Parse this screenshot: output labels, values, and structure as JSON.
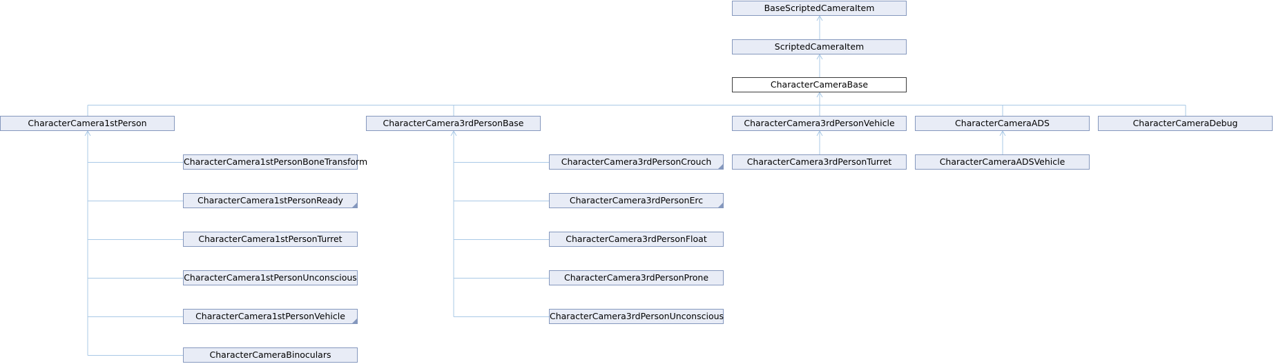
{
  "diagram": {
    "colors": {
      "node_fill": "#e8ecf6",
      "node_border": "#8497bd",
      "current_border": "#3a3a3a",
      "edge": "#a8c8e6"
    },
    "nodes": [
      {
        "id": "base-scripted",
        "label": "BaseScriptedCameraItem",
        "current": false,
        "more": false
      },
      {
        "id": "scripted",
        "label": "ScriptedCameraItem",
        "current": false,
        "more": false
      },
      {
        "id": "cc-base",
        "label": "CharacterCameraBase",
        "current": true,
        "more": false
      },
      {
        "id": "cc-1st",
        "label": "CharacterCamera1stPerson",
        "current": false,
        "more": false
      },
      {
        "id": "cc-3rd-base",
        "label": "CharacterCamera3rdPersonBase",
        "current": false,
        "more": false
      },
      {
        "id": "cc-3rd-vehicle",
        "label": "CharacterCamera3rdPersonVehicle",
        "current": false,
        "more": false
      },
      {
        "id": "cc-ads",
        "label": "CharacterCameraADS",
        "current": false,
        "more": false
      },
      {
        "id": "cc-debug",
        "label": "CharacterCameraDebug",
        "current": false,
        "more": false
      },
      {
        "id": "cc-1st-bone",
        "label": "CharacterCamera1stPersonBoneTransform",
        "current": false,
        "more": false
      },
      {
        "id": "cc-1st-ready",
        "label": "CharacterCamera1stPersonReady",
        "current": false,
        "more": true
      },
      {
        "id": "cc-1st-turret",
        "label": "CharacterCamera1stPersonTurret",
        "current": false,
        "more": false
      },
      {
        "id": "cc-1st-uncon",
        "label": "CharacterCamera1stPersonUnconscious",
        "current": false,
        "more": false
      },
      {
        "id": "cc-1st-vehicle",
        "label": "CharacterCamera1stPersonVehicle",
        "current": false,
        "more": true
      },
      {
        "id": "cc-binoculars",
        "label": "CharacterCameraBinoculars",
        "current": false,
        "more": false
      },
      {
        "id": "cc-3rd-crouch",
        "label": "CharacterCamera3rdPersonCrouch",
        "current": false,
        "more": true
      },
      {
        "id": "cc-3rd-erc",
        "label": "CharacterCamera3rdPersonErc",
        "current": false,
        "more": true
      },
      {
        "id": "cc-3rd-float",
        "label": "CharacterCamera3rdPersonFloat",
        "current": false,
        "more": false
      },
      {
        "id": "cc-3rd-prone",
        "label": "CharacterCamera3rdPersonProne",
        "current": false,
        "more": false
      },
      {
        "id": "cc-3rd-uncon",
        "label": "CharacterCamera3rdPersonUnconscious",
        "current": false,
        "more": false
      },
      {
        "id": "cc-3rd-turret",
        "label": "CharacterCamera3rdPersonTurret",
        "current": false,
        "more": false
      },
      {
        "id": "cc-ads-vehicle",
        "label": "CharacterCameraADSVehicle",
        "current": false,
        "more": false
      }
    ],
    "edges": [
      {
        "from": "scripted",
        "to": "base-scripted"
      },
      {
        "from": "cc-base",
        "to": "scripted"
      },
      {
        "from": "cc-1st",
        "to": "cc-base"
      },
      {
        "from": "cc-3rd-base",
        "to": "cc-base"
      },
      {
        "from": "cc-3rd-vehicle",
        "to": "cc-base"
      },
      {
        "from": "cc-ads",
        "to": "cc-base"
      },
      {
        "from": "cc-debug",
        "to": "cc-base"
      },
      {
        "from": "cc-1st-bone",
        "to": "cc-1st"
      },
      {
        "from": "cc-1st-ready",
        "to": "cc-1st"
      },
      {
        "from": "cc-1st-turret",
        "to": "cc-1st"
      },
      {
        "from": "cc-1st-uncon",
        "to": "cc-1st"
      },
      {
        "from": "cc-1st-vehicle",
        "to": "cc-1st"
      },
      {
        "from": "cc-binoculars",
        "to": "cc-1st"
      },
      {
        "from": "cc-3rd-crouch",
        "to": "cc-3rd-base"
      },
      {
        "from": "cc-3rd-erc",
        "to": "cc-3rd-base"
      },
      {
        "from": "cc-3rd-float",
        "to": "cc-3rd-base"
      },
      {
        "from": "cc-3rd-prone",
        "to": "cc-3rd-base"
      },
      {
        "from": "cc-3rd-uncon",
        "to": "cc-3rd-base"
      },
      {
        "from": "cc-3rd-turret",
        "to": "cc-3rd-vehicle"
      },
      {
        "from": "cc-ads-vehicle",
        "to": "cc-ads"
      }
    ]
  }
}
